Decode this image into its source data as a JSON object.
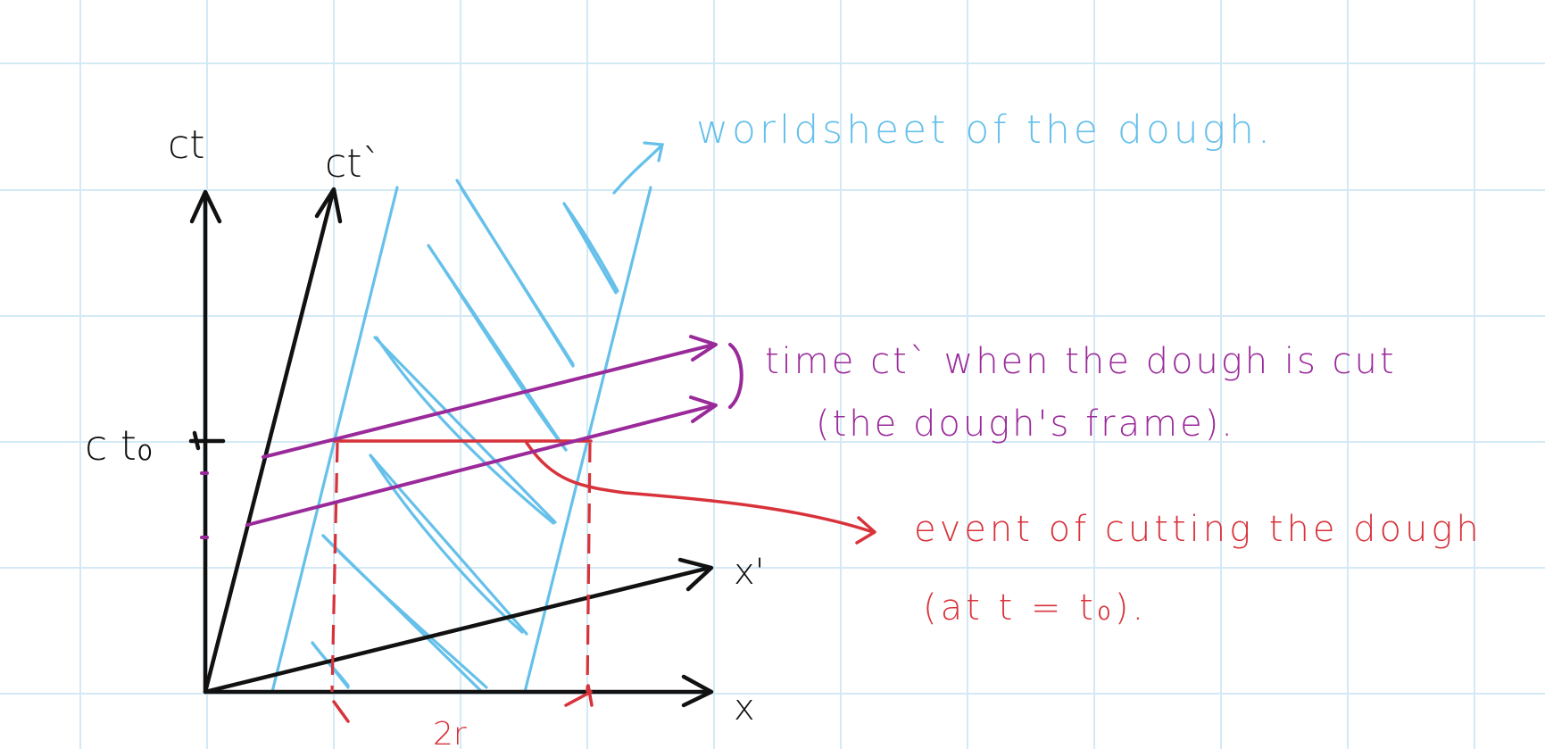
{
  "axes": {
    "ct": "ct",
    "ct_prime": "ct`",
    "x": "x",
    "x_prime": "x'",
    "ct0": "c t₀",
    "width": "2r"
  },
  "annotations": {
    "worldsheet": "worldsheet of the dough.",
    "time_line1": "time ct` when the dough is cut",
    "time_line2": "(the dough's frame).",
    "event_line1": "event of cutting the dough",
    "event_line2": "(at t = t₀)."
  },
  "colors": {
    "ink": "#111111",
    "worldsheet": "#65c0ea",
    "time_slice": "#9a2a9a",
    "event": "#d8323a",
    "grid": "#d3e9f5"
  }
}
